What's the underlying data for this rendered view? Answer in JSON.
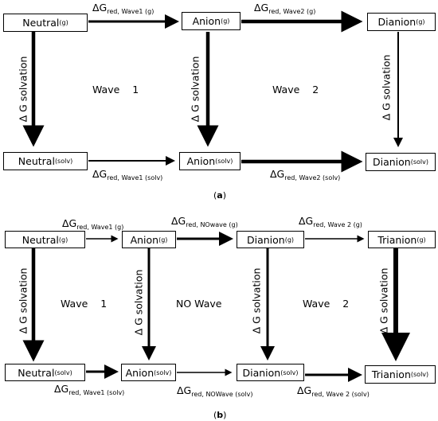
{
  "panel_a": {
    "caption_letter": "a",
    "nodes": {
      "neutral_g": {
        "base": "Neutral",
        "sub": "(g)"
      },
      "anion_g": {
        "base": "Anion",
        "sub": "(g)"
      },
      "dianion_g": {
        "base": "Dianion",
        "sub": "(g)"
      },
      "neutral_solv": {
        "base": "Neutral",
        "sub": "(solv)"
      },
      "anion_solv": {
        "base": "Anion",
        "sub": "(solv)"
      },
      "dianion_solv": {
        "base": "Dianion",
        "sub": "(solv)"
      }
    },
    "edges": {
      "red_wave1_g": {
        "base": "ΔG",
        "sub": "red, Wave1 (g)"
      },
      "red_wave2_g": {
        "base": "ΔG",
        "sub": "red, Wave2 (g)"
      },
      "red_wave1_solv": {
        "base": "ΔG",
        "sub": "red, Wave1 (solv)"
      },
      "red_wave2_solv": {
        "base": "ΔG",
        "sub": "red, Wave2 (solv)"
      }
    },
    "solvation_label": "Δ G solvation",
    "region_labels": {
      "wave1": "Wave    1",
      "wave2": "Wave    2"
    }
  },
  "panel_b": {
    "caption_letter": "b",
    "nodes": {
      "neutral_g": {
        "base": "Neutral",
        "sub": "(g)"
      },
      "anion_g": {
        "base": "Anion",
        "sub": "(g)"
      },
      "dianion_g": {
        "base": "Dianion",
        "sub": "(g)"
      },
      "trianion_g": {
        "base": "Trianion",
        "sub": "(g)"
      },
      "neutral_solv": {
        "base": "Neutral",
        "sub": "(solv)"
      },
      "anion_solv": {
        "base": "Anion",
        "sub": "(solv)"
      },
      "dianion_solv": {
        "base": "Dianion",
        "sub": "(solv)"
      },
      "trianion_solv": {
        "base": "Trianion",
        "sub": "(solv)"
      }
    },
    "edges": {
      "red_wave1_g": {
        "base": "ΔG",
        "sub": "red, Wave1 (g)"
      },
      "red_nowave_g": {
        "base": "ΔG",
        "sub": "red, NOwave (g)"
      },
      "red_wave2_g": {
        "base": "ΔG",
        "sub": "red, Wave 2 (g)"
      },
      "red_wave1_solv": {
        "base": "ΔG",
        "sub": "red, Wave1 (solv)"
      },
      "red_nowave_solv": {
        "base": "ΔG",
        "sub": "red, NOWave (solv)"
      },
      "red_wave2_solv": {
        "base": "ΔG",
        "sub": "red, Wave 2 (solv)"
      }
    },
    "solvation_label": "Δ G solvation",
    "region_labels": {
      "wave1": "Wave    1",
      "nowave": "NO Wave",
      "wave2": "Wave    2"
    }
  }
}
